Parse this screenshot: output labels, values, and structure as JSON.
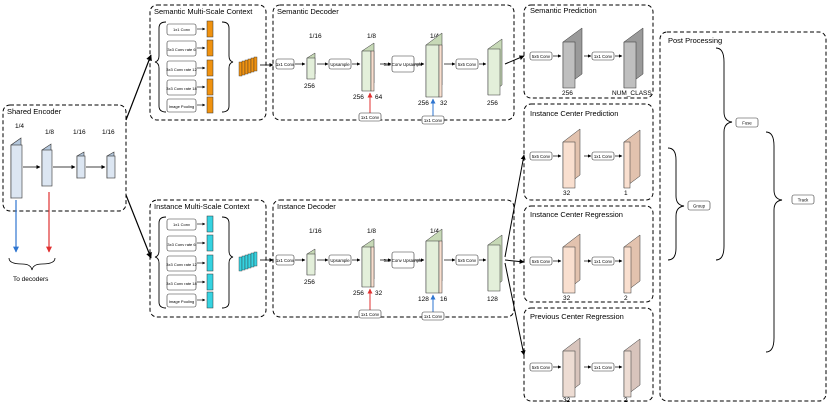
{
  "shared_encoder": {
    "title": "Shared Encoder",
    "strides": [
      "1/4",
      "1/8",
      "1/16",
      "1/16"
    ],
    "to_decoders": "To decoders"
  },
  "semantic_context": {
    "title": "Semantic Multi-Scale Context",
    "ops": [
      "1x1 Conv",
      "3x3 Conv rate 6",
      "3x3 Conv rate 12",
      "3x3 Conv rate 18",
      "Image Pooling"
    ]
  },
  "instance_context": {
    "title": "Instance Multi-Scale Context",
    "ops": [
      "1x1 Conv",
      "3x3 Conv rate 6",
      "3x3 Conv rate 12",
      "3x3 Conv rate 18",
      "Image Pooling"
    ]
  },
  "semantic_decoder": {
    "title": "Semantic Decoder",
    "scales": [
      "1/16",
      "1/8",
      "1/4"
    ],
    "ops": {
      "conv1": "1x1 Conv",
      "upsample": "Upsample",
      "conv5_up": "5x5 Conv Upsample",
      "conv5": "5x5 Conv",
      "skip_a": "1x1 Conv",
      "skip_b": "1x1 Conv"
    },
    "dims": {
      "a": "256",
      "b1": "256",
      "b2": "64",
      "c1": "256",
      "c2": "32",
      "d": "256"
    }
  },
  "instance_decoder": {
    "title": "Instance Decoder",
    "scales": [
      "1/16",
      "1/8",
      "1/4"
    ],
    "ops": {
      "conv1": "1x1 Conv",
      "upsample": "Upsample",
      "conv5_up": "5x5 Conv Upsample",
      "conv5": "5x5 Conv",
      "skip_a": "1x1 Conv",
      "skip_b": "1x1 Conv"
    },
    "dims": {
      "a": "256",
      "b1": "256",
      "b2": "32",
      "c1": "128",
      "c2": "16",
      "d": "128"
    }
  },
  "heads": [
    {
      "title": "Semantic Prediction",
      "op1": "5x5 Conv",
      "op2": "1x1 Conv",
      "dim1": "256",
      "dim2": "NUM_CLASS"
    },
    {
      "title": "Instance Center Prediction",
      "op1": "5x5 Conv",
      "op2": "1x1 Conv",
      "dim1": "32",
      "dim2": "1"
    },
    {
      "title": "Instance Center Regression",
      "op1": "5x5 Conv",
      "op2": "1x1 Conv",
      "dim1": "32",
      "dim2": "2"
    },
    {
      "title": "Previous Center Regression",
      "op1": "5x5 Conv",
      "op2": "1x1 Conv",
      "dim1": "32",
      "dim2": "2"
    }
  ],
  "post": {
    "title": "Post Processing",
    "group": "Group",
    "fuse": "Fuse",
    "track": "Track"
  },
  "colors": {
    "encoder_fill": "#dce6f2",
    "decoder_fill": "#e3efda",
    "decoder_side": "#c7d9b7",
    "semantic_head_fill": "#bfbfbf",
    "semantic_head_side": "#9a9a9a",
    "instance_head_fill": "#f9dfcf",
    "instance_head_side": "#e2c2ae",
    "aspp_semantic": "#f0920f",
    "aspp_instance": "#35d3e1",
    "blue_arrow": "#2e75d0",
    "red_arrow": "#e03030"
  }
}
